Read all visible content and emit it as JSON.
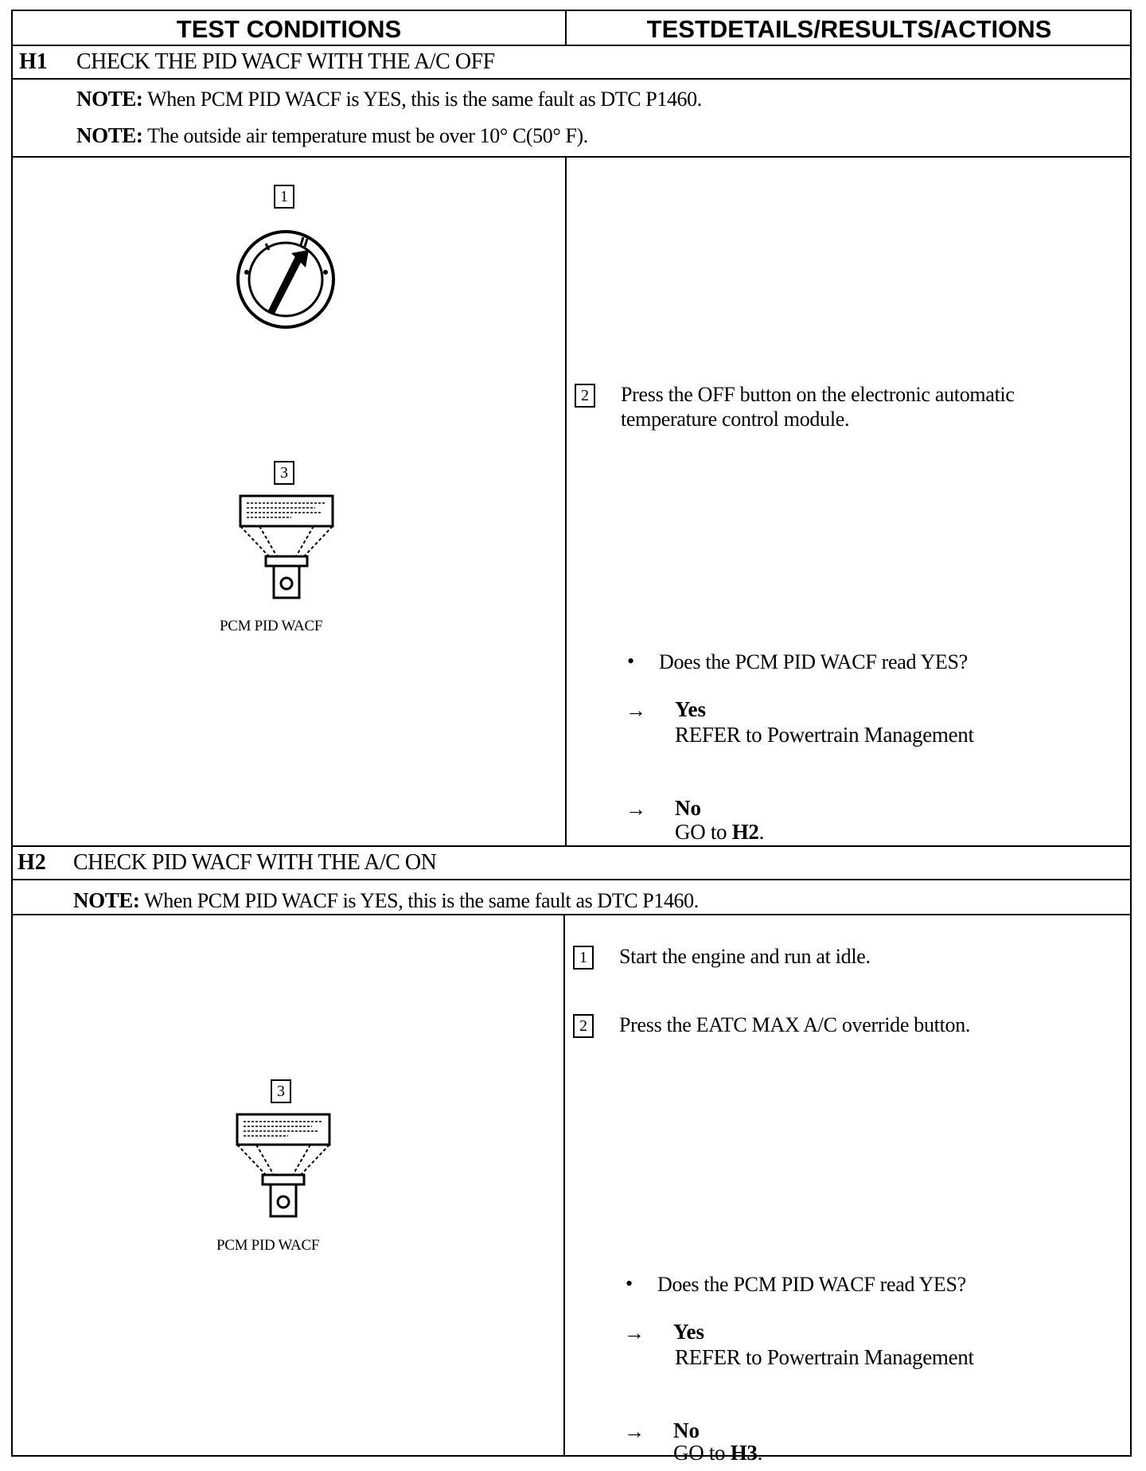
{
  "header": {
    "left": "TEST CONDITIONS",
    "right": "TESTDETAILS/RESULTS/ACTIONS"
  },
  "h1": {
    "id": "H1",
    "title": "CHECK THE PID WACF WITH THE A/C OFF",
    "notes": [
      {
        "label": "NOTE:",
        "text": " When PCM PID WACF is YES, this is the same fault as DTC P1460."
      },
      {
        "label": "NOTE:",
        "text": " The outside air temperature must be over 10° C(50° F)."
      }
    ],
    "fig1_num": "1",
    "fig3_num": "3",
    "caption": "PCM PID WACF",
    "step2_num": "2",
    "step2_text": "Press the OFF button on the electronic automatic temperature control module.",
    "bullet": "•",
    "question": "Does the PCM PID WACF read YES?",
    "arrow": "→",
    "yes_label": "Yes",
    "yes_text": "REFER to Powertrain Management",
    "no_label": "No",
    "no_text_prefix": "GO to ",
    "no_text_target": "H2",
    "no_text_suffix": "."
  },
  "h2": {
    "id": "H2",
    "title": "CHECK PID WACF WITH THE A/C ON",
    "note": {
      "label": "NOTE:",
      "text": " When PCM PID WACF is YES, this is the same fault as DTC P1460."
    },
    "fig3_num": "3",
    "caption": "PCM PID WACF",
    "step1_num": "1",
    "step1_text": "Start the engine and run at idle.",
    "step2_num": "2",
    "step2_text": "Press the EATC MAX A/C override button.",
    "bullet": "•",
    "question": "Does the PCM PID WACF read YES?",
    "arrow": "→",
    "yes_label": "Yes",
    "yes_text": "REFER to Powertrain Management",
    "no_label": "No",
    "no_text_prefix": "GO to ",
    "no_text_target": "H3",
    "no_text_suffix": "."
  }
}
